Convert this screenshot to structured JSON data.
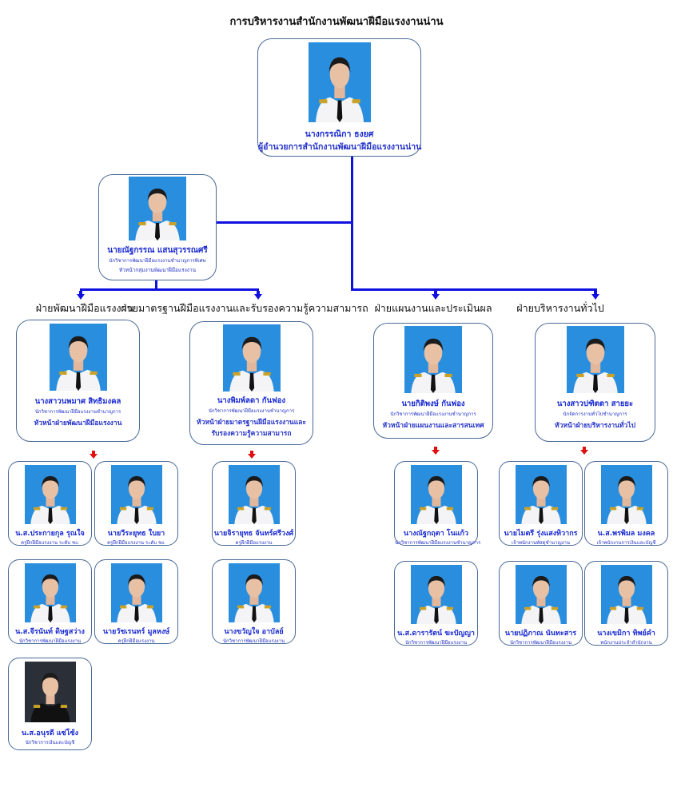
{
  "title": "การบริหารงานสำนักงานพัฒนาฝีมือแรงงานน่าน",
  "colors": {
    "name_text": "#1a2bd0",
    "connector": "#1010e0",
    "sub_arrow": "#e01010",
    "photo_bg": "#2a8ede",
    "card_border": "#4a6a96"
  },
  "director": {
    "name": "นางกรรณิกา  ธงยศ",
    "lines": [
      "ผู้อำนวยการสำนักงานพัฒนาฝีมือแรงงานน่าน"
    ]
  },
  "deputy": {
    "name": "นายณัฐกรรณ แสนสุวรรณศรี",
    "lines": [
      "นักวิชาการพัฒนาฝีมือแรงงานชำนาญการพิเศษ",
      "หัวหน้ากลุ่มงานพัฒนาฝีมือแรงงาน"
    ]
  },
  "divisions": [
    {
      "label": "ฝ่ายพัฒนาฝีมือแรงงาน",
      "head": {
        "name": "นางสาวนพมาศ สิทธิมงคล",
        "lines": [
          "นักวิชาการพัฒนาฝีมือแรงงานชำนาญการ",
          "หัวหน้าฝ่ายพัฒนาฝีมือแรงงาน"
        ]
      },
      "staff": [
        {
          "name": "น.ส.ประกายกุล รุณใจ",
          "position": "ครูฝึกฝีมือแรงงาน ระดับ ชง."
        },
        {
          "name": "นายวีระยุทธ ใบยา",
          "position": "ครูฝึกฝีมือแรงงาน ระดับ ชง."
        },
        {
          "name": "น.ส.จีรนันท์ ดิษฐสว่าง",
          "position": "นักวิชาการพัฒนาฝีมือแรงงาน"
        },
        {
          "name": "นายวัชเรนทร์ มูลหงษ์",
          "position": "ครูฝึกฝีมือแรงงาน"
        },
        {
          "name": "น.ส.อนุรดี  แซ่โซ้ง",
          "position": "นักวิชาการเงินและบัญชี"
        }
      ]
    },
    {
      "label": "ฝ่ายมาตรฐานฝีมือแรงงานและรับรองความรู้ความสามารถ",
      "head": {
        "name": "นางพิมพ์ลดา กันฟอง",
        "lines": [
          "นักวิชาการพัฒนาฝีมือแรงงานชำนาญการ",
          "หัวหน้าฝ่ายมาตรฐานฝีมือแรงงานและ",
          "รับรองความรู้ความสามารถ"
        ]
      },
      "staff": [
        {
          "name": "นายจิรายุทธ จันทร์ศรีวงศ์",
          "position": "ครูฝึกฝีมือแรงงาน"
        },
        {
          "name": "นางขวัญใจ อาบัลย์",
          "position": "นักวิชาการพัฒนาฝีมือแรงงาน"
        }
      ]
    },
    {
      "label": "ฝ่ายแผนงานและประเมินผล",
      "head": {
        "name": "นายกิติพงษ์  กันฟอง",
        "lines": [
          "นักวิชาการพัฒนาฝีมือแรงงานชำนาญการ",
          "หัวหน้าฝ่ายแผนงานและสารสนเทศ"
        ]
      },
      "staff": [
        {
          "name": "นางณัฐกฤตา โนแก้ว",
          "position": "นักวิชาการพัฒนาฝีมือแรงงานชำนาญการ"
        },
        {
          "name": "น.ส.ดารารัตน์ ฆะปัญญา",
          "position": "นักวิชาการพัฒนาฝีมือแรงงาน"
        }
      ]
    },
    {
      "label": "ฝ่ายบริหารงานทั่วไป",
      "head": {
        "name": "นางสาวปฑิตตา สายยะ",
        "lines": [
          "นักจัดการงานทั่วไปชำนาญการ",
          "หัวหน้าฝ่ายบริหารงานทั่วไป"
        ]
      },
      "staff": [
        {
          "name": "นายไมตรี รุ่งแสงทิวากร",
          "position": "เจ้าพนักงานพัสดุชำนาญงาน"
        },
        {
          "name": "น.ส.พรพิมล มงคล",
          "position": "เจ้าพนักงานการเงินและบัญชี"
        },
        {
          "name": "นายปฏิภาณ นันทะสาร",
          "position": "นักวิชาการพัฒนาฝีมือแรงงาน"
        },
        {
          "name": "นางเขมิกา  ทิพย์คำ",
          "position": "พนักงานประจำสำนักงาน"
        }
      ]
    }
  ]
}
